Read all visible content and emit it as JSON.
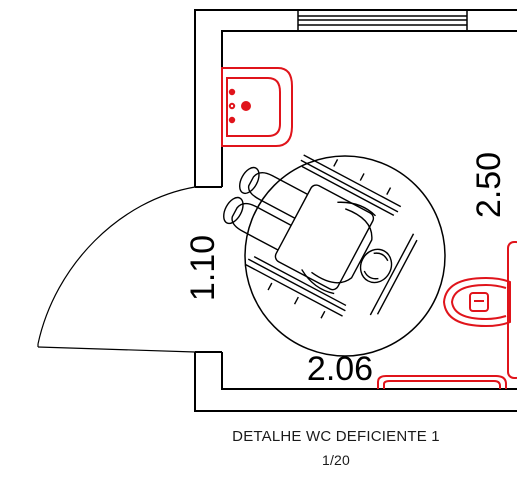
{
  "drawing": {
    "title": "DETALHE WC DEFICIENTE 1",
    "scale": "1/20",
    "dimensions": {
      "door_width": "1.10",
      "room_depth": "2.50",
      "room_width": "2.06"
    }
  },
  "colors": {
    "walls": "#000000",
    "fixtures": "#e0141b",
    "caption": "#1a1a1a"
  },
  "icons": [
    "sink-icon",
    "toilet-icon",
    "wheelchair-icon",
    "door-swing-icon",
    "window-icon"
  ]
}
